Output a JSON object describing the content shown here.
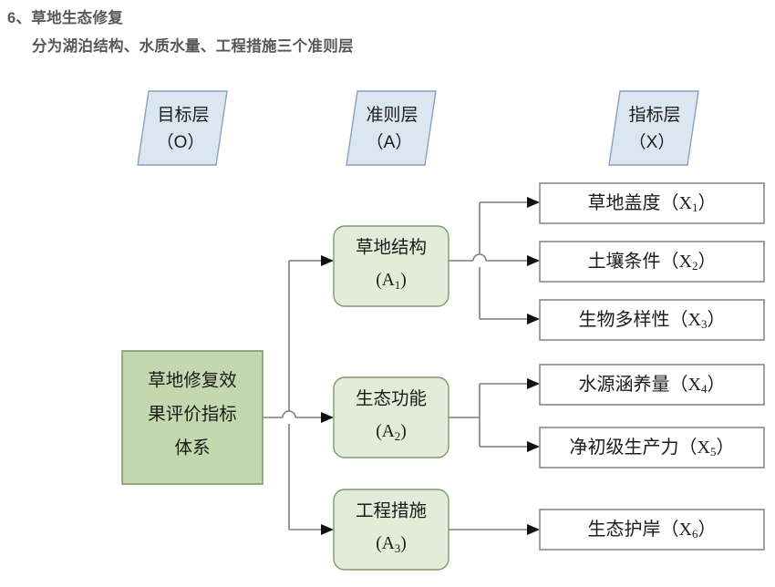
{
  "heading": {
    "line1": "6、草地生态修复",
    "line2": "分为湖泊结构、水质水量、工程措施三个准则层"
  },
  "colors": {
    "goal_fill": "#c3d8ae",
    "criteria_fill": "#e3ecd9",
    "indicator_fill": "#ffffff",
    "header_fill": "#dce6f1",
    "header_stroke": "#8aa0bd",
    "green_stroke": "#7f9a6d",
    "edge_stroke": "#7f7f7f",
    "indicator_stroke": "#808080",
    "heading_text": "#585858",
    "body_text": "#1b1b1b"
  },
  "column_headers": [
    {
      "name": "goal-layer-header",
      "title": "目标层",
      "code": "（O）",
      "shape": "parallelogram"
    },
    {
      "name": "criteria-layer-header",
      "title": "准则层",
      "code": "（A）",
      "shape": "parallelogram"
    },
    {
      "name": "indicator-layer-header",
      "title": "指标层",
      "code": "（X）",
      "shape": "parallelogram"
    }
  ],
  "goal": {
    "name": "goal-node",
    "lines": [
      "草地修复效",
      "果评价指标",
      "体系"
    ],
    "shape": "rectangle"
  },
  "criteria": [
    {
      "name": "criteria-node-a1",
      "label": "草地结构",
      "code_base": "(A",
      "code_sub": "1",
      "code_tail": ")",
      "shape": "rounded-rectangle"
    },
    {
      "name": "criteria-node-a2",
      "label": "生态功能",
      "code_base": "(A",
      "code_sub": "2",
      "code_tail": ")",
      "shape": "rounded-rectangle"
    },
    {
      "name": "criteria-node-a3",
      "label": "工程措施",
      "code_base": "(A",
      "code_sub": "3",
      "code_tail": ")",
      "shape": "rounded-rectangle"
    }
  ],
  "indicators": [
    {
      "name": "indicator-node-x1",
      "label": "草地盖度",
      "code_open": "（X",
      "code_sub": "1",
      "code_close": "）",
      "parent": "A1"
    },
    {
      "name": "indicator-node-x2",
      "label": "土壤条件",
      "code_open": "（X",
      "code_sub": "2",
      "code_close": "）",
      "parent": "A1"
    },
    {
      "name": "indicator-node-x3",
      "label": "生物多样性",
      "code_open": "（X",
      "code_sub": "3",
      "code_close": "）",
      "parent": "A1"
    },
    {
      "name": "indicator-node-x4",
      "label": "水源涵养量",
      "code_open": "（X",
      "code_sub": "4",
      "code_close": "）",
      "parent": "A2"
    },
    {
      "name": "indicator-node-x5",
      "label": "净初级生产力",
      "code_open": "（X",
      "code_sub": "5",
      "code_close": "）",
      "parent": "A2"
    },
    {
      "name": "indicator-node-x6",
      "label": "生态护岸",
      "code_open": "（X",
      "code_sub": "6",
      "code_close": "）",
      "parent": "A3"
    }
  ],
  "connectors": {
    "goal_to_criteria_count": 3,
    "a1_to_indicators_count": 3,
    "a2_to_indicators_count": 2,
    "a3_to_indicators_count": 1,
    "line_hop_markers": 2
  }
}
